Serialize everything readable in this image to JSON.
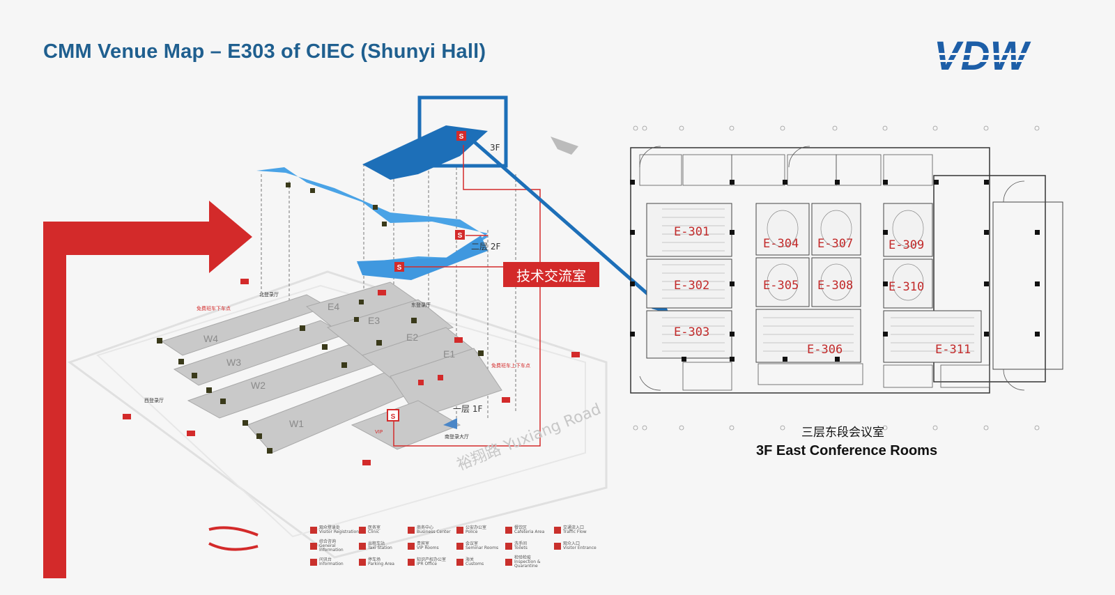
{
  "slide": {
    "title": "CMM Venue Map – E303 of CIEC (Shunyi Hall)",
    "logo_text": "VDW",
    "colors": {
      "title": "#1f5f8f",
      "accent_blue": "#1d6fb8",
      "accent_red": "#d32a2a",
      "hall_grey": "#c9c9c9"
    }
  },
  "venue_map": {
    "tech_room_label": "技术交流室",
    "road_label": "裕翔路 Yuxiang Road",
    "floors": [
      {
        "label": "3F"
      },
      {
        "label": "二层 2F"
      },
      {
        "label": "一层 1F"
      }
    ],
    "halls": [
      "W4",
      "W3",
      "W2",
      "W1",
      "E4",
      "E3",
      "E2",
      "E1"
    ],
    "entrances": {
      "north": "北登录厅",
      "east": "东登录厅",
      "west": "西登录厅",
      "south": "南登录大厅"
    },
    "shuttle_labels": [
      "免费班车下车点",
      "免费班车上下车点"
    ],
    "service_marker": "S",
    "vip_marker": "VIP",
    "legend": [
      {
        "cn": "观众登录处",
        "en": "Visitor Registration",
        "icon": "registration-icon"
      },
      {
        "cn": "医务室",
        "en": "Clinic",
        "icon": "clinic-icon"
      },
      {
        "cn": "商务中心",
        "en": "Business Center",
        "icon": "business-icon"
      },
      {
        "cn": "公安办公室",
        "en": "Police",
        "icon": "police-icon"
      },
      {
        "cn": "餐饮区",
        "en": "Cafeteria Area",
        "icon": "cafeteria-icon"
      },
      {
        "cn": "交通流入口",
        "en": "Traffic Flow",
        "icon": "traffic-icon"
      },
      {
        "cn": "综合咨询",
        "en": "General Information",
        "icon": "info-icon"
      },
      {
        "cn": "出租车站",
        "en": "Taxi Station",
        "icon": "taxi-icon"
      },
      {
        "cn": "贵宾室",
        "en": "VIP Rooms",
        "icon": "vip-icon"
      },
      {
        "cn": "会议室",
        "en": "Seminar Rooms",
        "icon": "seminar-icon"
      },
      {
        "cn": "洗手间",
        "en": "Toilets",
        "icon": "toilet-icon"
      },
      {
        "cn": "观众入口",
        "en": "Visitor Entrance",
        "icon": "entrance-icon"
      },
      {
        "cn": "问讯台",
        "en": "Information",
        "icon": "question-icon"
      },
      {
        "cn": "停车场",
        "en": "Parking Area",
        "icon": "parking-icon"
      },
      {
        "cn": "知识产权办公室",
        "en": "IPR Office",
        "icon": "ipr-icon"
      },
      {
        "cn": "海关",
        "en": "Customs",
        "icon": "customs-icon"
      },
      {
        "cn": "检验检疫",
        "en": "Inspection & Quarantine",
        "icon": "inspection-icon"
      }
    ]
  },
  "floor_plan": {
    "rooms": [
      "E-301",
      "E-302",
      "E-303",
      "E-304",
      "E-305",
      "E-306",
      "E-307",
      "E-308",
      "E-309",
      "E-310",
      "E-311"
    ],
    "caption_cn": "三层东段会议室",
    "caption_en": "3F East Conference Rooms"
  }
}
